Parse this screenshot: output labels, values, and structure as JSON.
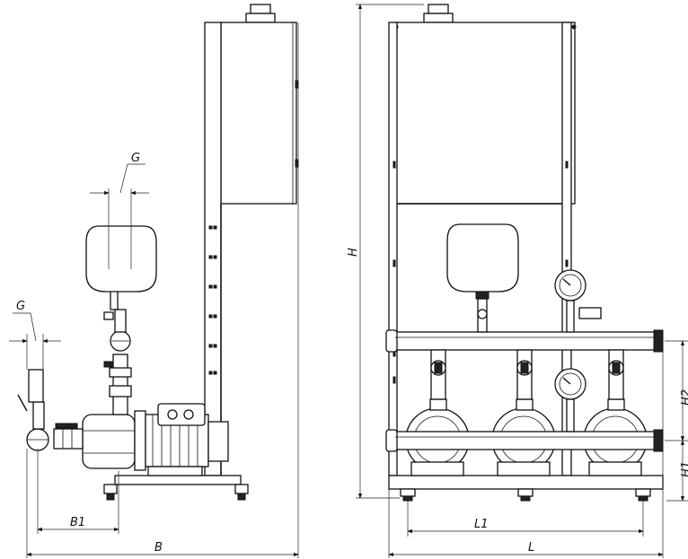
{
  "dimensions": {
    "G_left_top": "G",
    "G_left_side": "G",
    "B1": "B1",
    "B": "B",
    "H": "H",
    "H2": "H2",
    "H1": "H1",
    "L1": "L1",
    "L": "L"
  }
}
